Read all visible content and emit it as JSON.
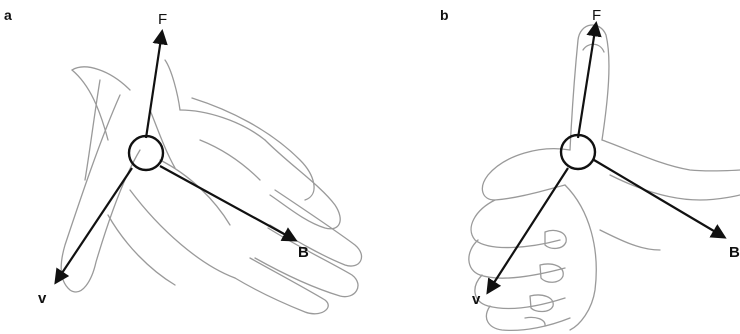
{
  "panels": [
    {
      "label": "a",
      "vectors": {
        "F": "F",
        "B": "B",
        "v": "v"
      }
    },
    {
      "label": "b",
      "vectors": {
        "F": "F",
        "B": "B",
        "v": "v"
      }
    }
  ],
  "colors": {
    "vector": "#111111",
    "hand_outline": "#9a9a9a"
  }
}
